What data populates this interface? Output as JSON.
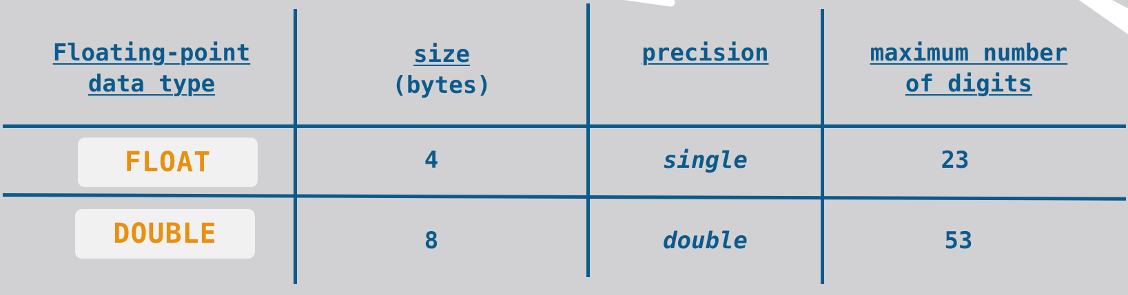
{
  "colors": {
    "line": "#0c5a8c",
    "text": "#0c5a8c",
    "accent": "#e8900f",
    "background": "#d1d1d3"
  },
  "headers": {
    "type": [
      "Floating-point",
      "data type"
    ],
    "size": [
      "size",
      "(bytes)"
    ],
    "precision": [
      "precision"
    ],
    "digits": [
      "maximum number",
      "of digits"
    ]
  },
  "rows": [
    {
      "type": "FLOAT",
      "size": "4",
      "precision": "single",
      "digits": "23"
    },
    {
      "type": "DOUBLE",
      "size": "8",
      "precision": "double",
      "digits": "53"
    }
  ]
}
